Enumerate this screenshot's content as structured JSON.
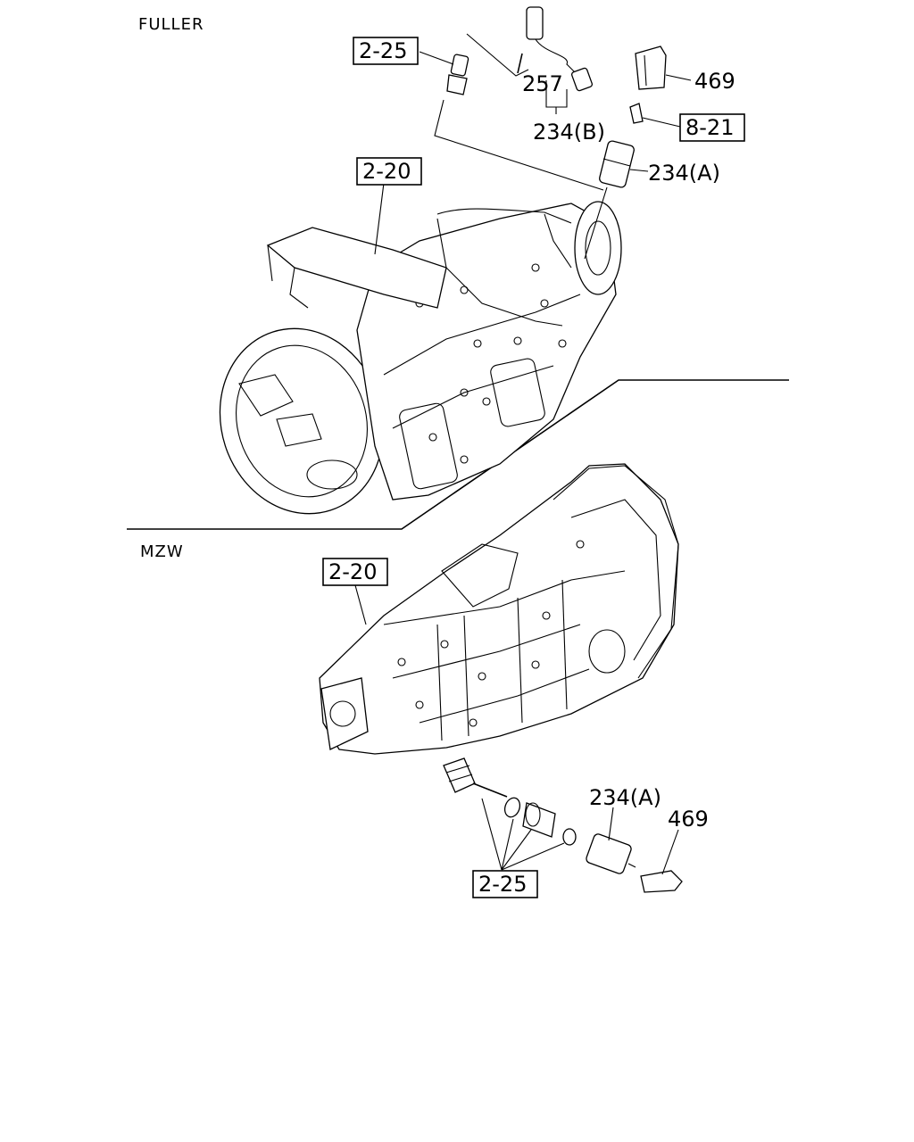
{
  "sections": {
    "fuller": "FULLER",
    "mzw": "MZW"
  },
  "fuller_labels": {
    "ref_2_25": "2-25",
    "part_257": "257",
    "part_469": "469",
    "part_234b": "234(B)",
    "ref_8_21": "8-21",
    "part_234a": "234(A)",
    "ref_2_20": "2-20"
  },
  "mzw_labels": {
    "ref_2_20": "2-20",
    "part_234a": "234(A)",
    "part_469": "469",
    "ref_2_25": "2-25"
  }
}
